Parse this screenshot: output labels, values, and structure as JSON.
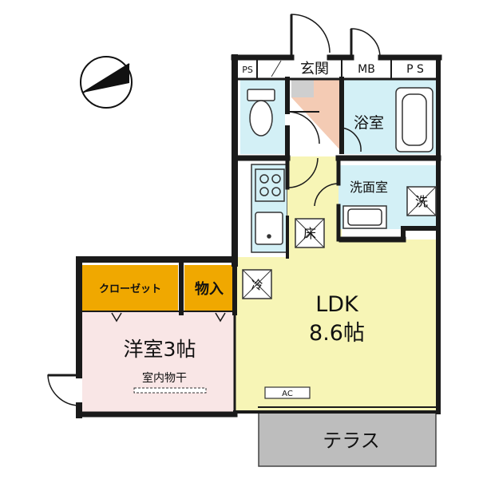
{
  "rooms": {
    "ldk": {
      "name": "LDK",
      "size": "8.6帖"
    },
    "western": {
      "name": "洋室3帖",
      "note": "室内物干"
    },
    "closet": "クローゼット",
    "storage": "物入",
    "entrance": "玄関",
    "bath": "浴室",
    "washroom": "洗面室",
    "terrace": "テラス"
  },
  "marks": {
    "ps_left": "PS",
    "mb": "MB",
    "ps_right": "P S",
    "floor": "床",
    "wash": "洗",
    "ldk_vent": "冷",
    "ac": "AC"
  },
  "colors": {
    "ldk": "#f7f5b6",
    "western": "#f9e6e6",
    "closet": "#f0a800",
    "storage": "#f0a800",
    "bath_blue": "#d3f0f6",
    "entrance": "#f4cbb4",
    "terrace": "#bdbdbd",
    "wall": "#1a1a1a"
  }
}
